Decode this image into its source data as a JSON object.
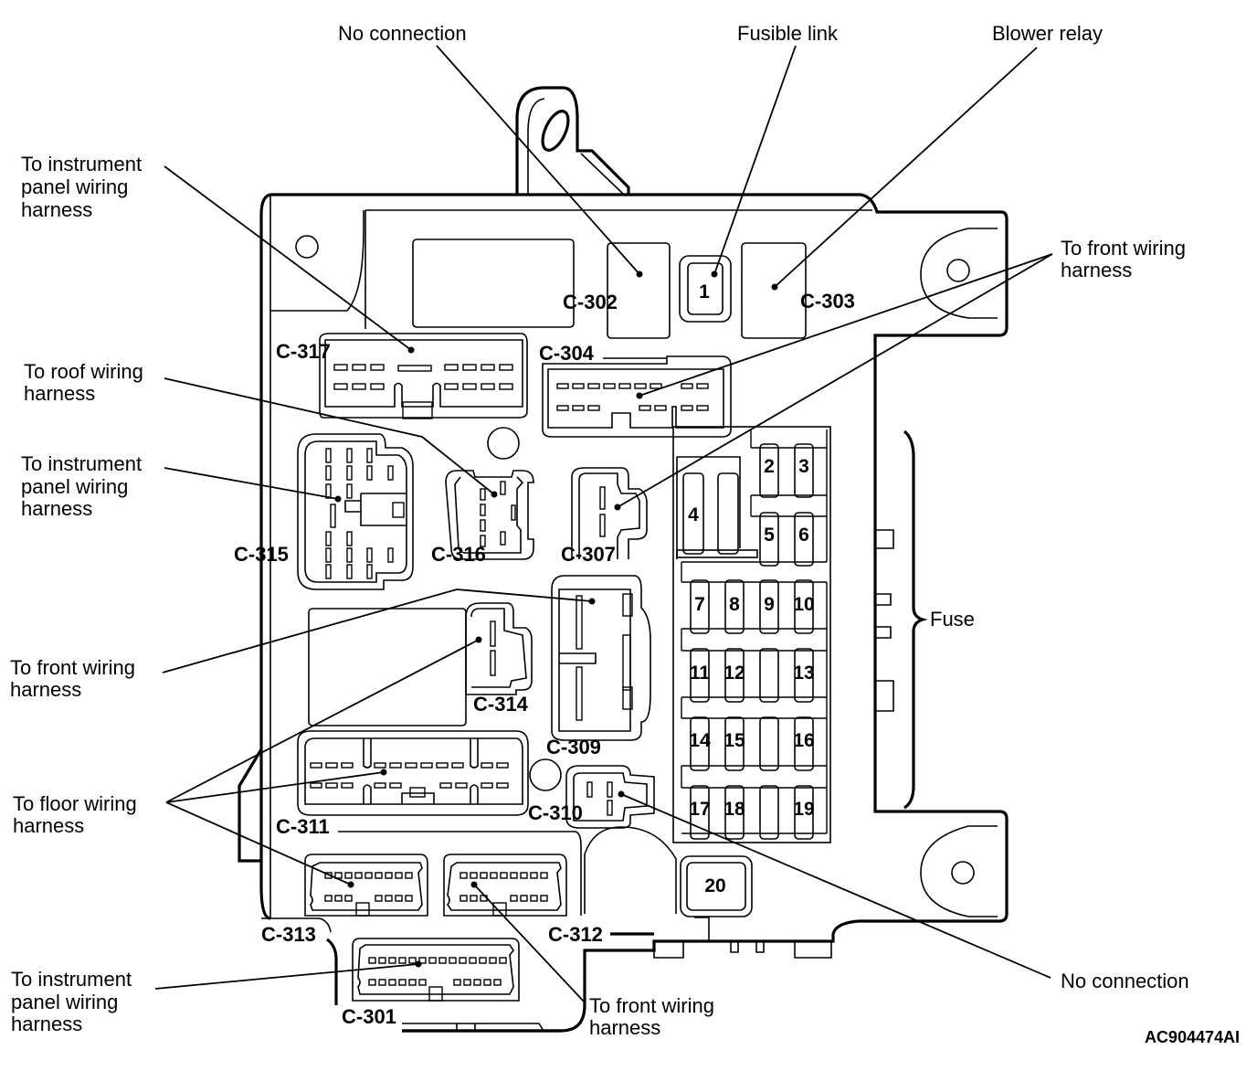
{
  "diagram": {
    "reference_code": "AC904474AI",
    "callouts": [
      {
        "id": "no-connection-top",
        "lines": [
          "No connection"
        ]
      },
      {
        "id": "fusible-link",
        "lines": [
          "Fusible link"
        ]
      },
      {
        "id": "blower-relay",
        "lines": [
          "Blower relay"
        ]
      },
      {
        "id": "instrument-panel-c317",
        "lines": [
          "To instrument",
          "panel wiring",
          "harness"
        ]
      },
      {
        "id": "front-wiring-right",
        "lines": [
          "To front wiring",
          "harness"
        ]
      },
      {
        "id": "roof-wiring",
        "lines": [
          "To roof wiring",
          "harness"
        ]
      },
      {
        "id": "instrument-panel-c315",
        "lines": [
          "To instrument",
          "panel wiring",
          "harness"
        ]
      },
      {
        "id": "front-wiring-left",
        "lines": [
          "To front wiring",
          "harness"
        ]
      },
      {
        "id": "fuse-group",
        "lines": [
          "Fuse"
        ]
      },
      {
        "id": "floor-wiring",
        "lines": [
          "To floor wiring",
          "harness"
        ]
      },
      {
        "id": "instrument-panel-c301",
        "lines": [
          "To instrument",
          "panel wiring",
          "harness"
        ]
      },
      {
        "id": "front-wiring-bottom",
        "lines": [
          "To front wiring",
          "harness"
        ]
      },
      {
        "id": "no-connection-bottom",
        "lines": [
          "No connection"
        ]
      }
    ],
    "connectors": [
      "C-302",
      "C-303",
      "C-317",
      "C-304",
      "C-315",
      "C-316",
      "C-307",
      "C-314",
      "C-309",
      "C-311",
      "C-310",
      "C-313",
      "C-312",
      "C-301"
    ],
    "fuses": [
      "1",
      "2",
      "3",
      "4",
      "5",
      "6",
      "7",
      "8",
      "9",
      "10",
      "11",
      "12",
      "13",
      "14",
      "15",
      "16",
      "17",
      "18",
      "19",
      "20"
    ]
  }
}
